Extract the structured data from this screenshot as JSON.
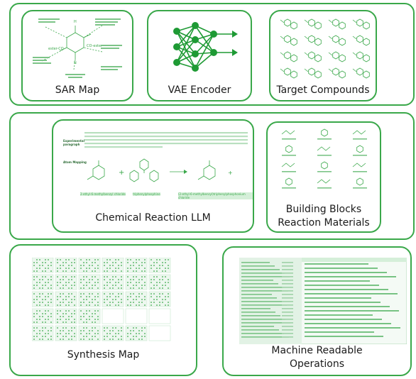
{
  "colors": {
    "accent": "#3aa84a",
    "light": "#eaf6ec",
    "text": "#1a1a1a"
  },
  "top_row": {
    "sar_map": {
      "label": "SAR Map"
    },
    "vae_encoder": {
      "label": "VAE Encoder"
    },
    "target_compounds": {
      "label": "Target Compounds"
    }
  },
  "middle_row": {
    "chemical_reaction_llm": {
      "label": "Chemical Reaction LLM",
      "section_experimental": "Experimental paragraph",
      "section_atom_mapping": "Atom Mapping",
      "reagent_1": "2-ethyl-6-methylbenzyl chloride",
      "reagent_2": "triphenylphosphine",
      "product": "(2-ethyl-6-methylbenzyl)triphenylphosphonium chloride"
    },
    "building_blocks": {
      "label_line1": "Building Blocks",
      "label_line2": "Reaction Materials"
    }
  },
  "bottom_row": {
    "synthesis_map": {
      "label": "Synthesis Map"
    },
    "machine_readable": {
      "label_line1": "Machine Readable",
      "label_line2": "Operations"
    }
  }
}
